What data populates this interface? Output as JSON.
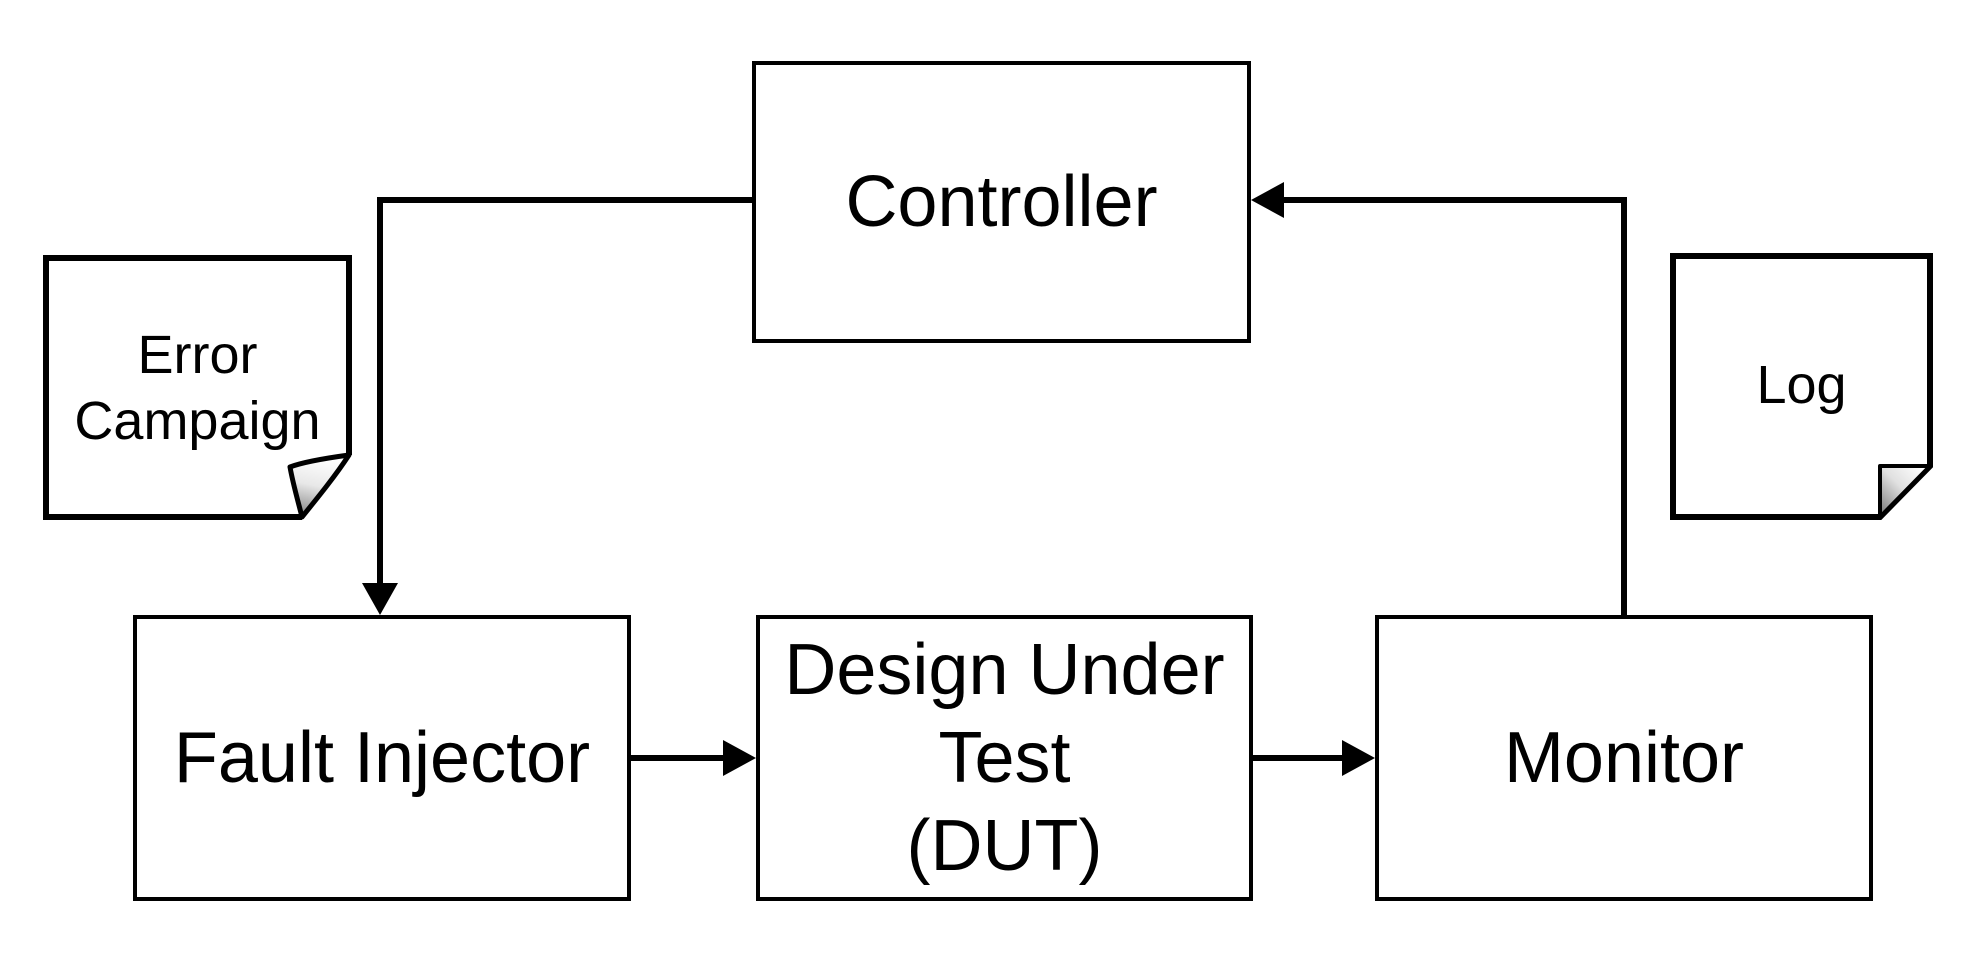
{
  "colors": {
    "background": "#ffffff",
    "stroke": "#000000",
    "box_fill": "#ffffff",
    "fold_gradient_start": "#ffffff",
    "fold_gradient_end": "#7d7d7d"
  },
  "boxes": {
    "controller": {
      "label": "Controller"
    },
    "fault_injector": {
      "label": "Fault Injector"
    },
    "dut": {
      "lines": [
        "Design Under",
        "Test",
        "(DUT)"
      ]
    },
    "monitor": {
      "label": "Monitor"
    }
  },
  "notes": {
    "error_campaign": {
      "lines": [
        "Error",
        "Campaign"
      ]
    },
    "log": {
      "label": "Log"
    }
  },
  "connectors": [
    {
      "name": "controller-to-fault-injector",
      "from": "Controller",
      "to": "Fault Injector"
    },
    {
      "name": "fault-injector-to-dut",
      "from": "Fault Injector",
      "to": "Design Under Test (DUT)"
    },
    {
      "name": "dut-to-monitor",
      "from": "Design Under Test (DUT)",
      "to": "Monitor"
    },
    {
      "name": "monitor-to-controller",
      "from": "Monitor",
      "to": "Controller"
    }
  ]
}
